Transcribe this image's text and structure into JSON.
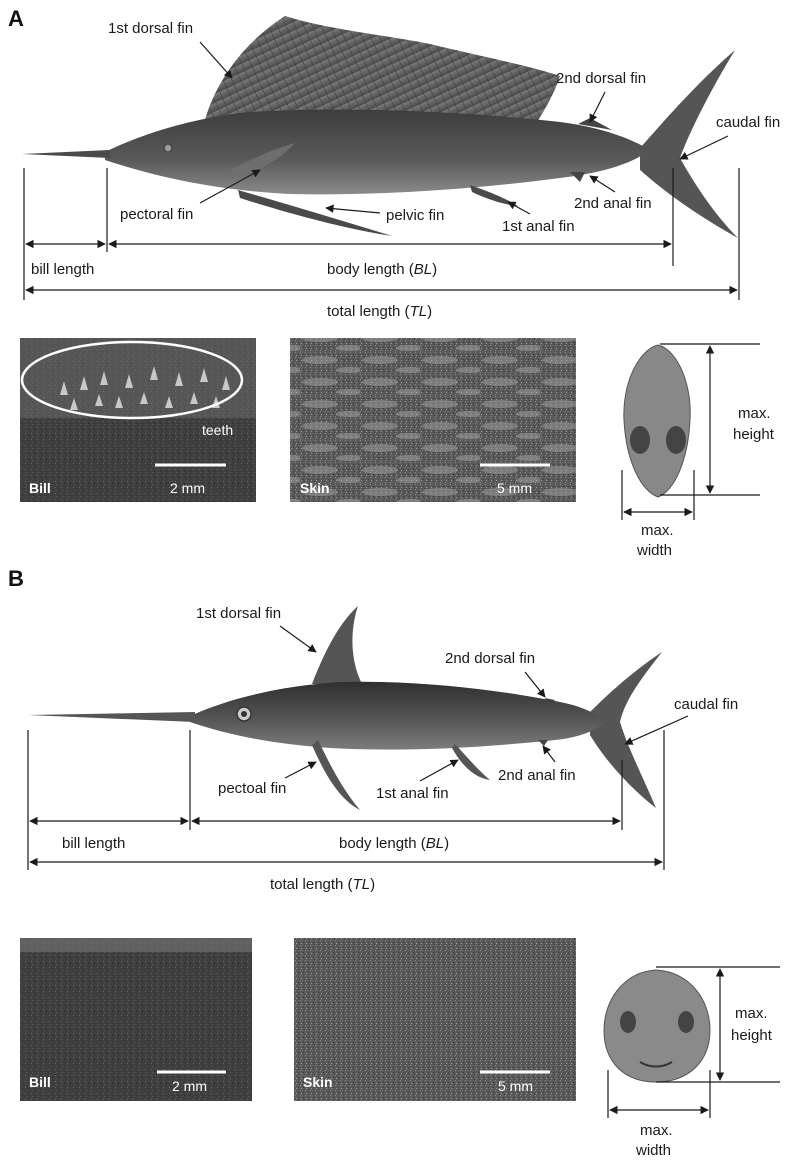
{
  "panel_a": {
    "letter": "A",
    "fins": {
      "dorsal1": "1st dorsal fin",
      "dorsal2": "2nd dorsal fin",
      "caudal": "caudal fin",
      "pectoral": "pectoral fin",
      "pelvic": "pelvic fin",
      "anal2": "2nd anal fin",
      "anal1": "1st anal fin"
    },
    "measures": {
      "bill_length": "bill length",
      "body_length_pre": "body length (",
      "body_length_it": "BL",
      "body_length_post": ")",
      "total_length_pre": "total length (",
      "total_length_it": "TL",
      "total_length_post": ")"
    },
    "bill_photo": {
      "label": "Bill",
      "scale": "2 mm",
      "teeth": "teeth"
    },
    "skin_photo": {
      "label": "Skin",
      "scale": "5 mm"
    },
    "cross_section": {
      "max_height_1": "max.",
      "max_height_2": "height",
      "max_width_1": "max.",
      "max_width_2": "width"
    }
  },
  "panel_b": {
    "letter": "B",
    "fins": {
      "dorsal1": "1st dorsal fin",
      "dorsal2": "2nd dorsal fin",
      "caudal": "caudal fin",
      "pectoral": "pectoal fin",
      "anal1": "1st anal fin",
      "anal2": "2nd anal fin"
    },
    "measures": {
      "bill_length": "bill length",
      "body_length_pre": "body length (",
      "body_length_it": "BL",
      "body_length_post": ")",
      "total_length_pre": "total length (",
      "total_length_it": "TL",
      "total_length_post": ")"
    },
    "bill_photo": {
      "label": "Bill",
      "scale": "2 mm"
    },
    "skin_photo": {
      "label": "Skin",
      "scale": "5 mm"
    },
    "cross_section": {
      "max_height_1": "max.",
      "max_height_2": "height",
      "max_width_1": "max.",
      "max_width_2": "width"
    }
  },
  "colors": {
    "fish_dark": "#4a4a4a",
    "fish_mid": "#6e6e6e",
    "photo_dark": "#3c3c3c",
    "photo_mid": "#777777"
  }
}
